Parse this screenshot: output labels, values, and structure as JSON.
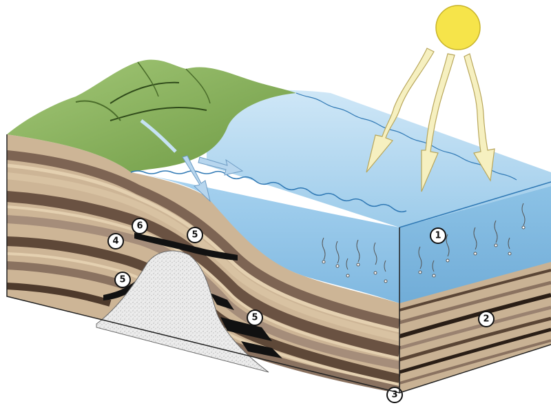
{
  "colors": {
    "sky_water_top": "#9ccbea",
    "water_front": "#a9d4f0",
    "water_deep": "#6aa7d4",
    "grass": "#88b45a",
    "grass_dark": "#5f8a3a",
    "rock_light": "#d9c3a2",
    "rock_mid": "#9a8270",
    "rock_dark": "#5a4535",
    "coal": "#111111",
    "granite": "#e6e6e6",
    "sun": "#f6e44a",
    "sun_rays": "#f4ecb0",
    "marker_fill": "#ffffff"
  },
  "labels": {
    "m1": "1",
    "m2": "2",
    "m3": "3",
    "m4": "4",
    "m5a": "5",
    "m5b": "5",
    "m5c": "5",
    "m6": "6"
  },
  "icons": {
    "sun": "sun-icon",
    "rays": "sun-ray-arrow-icon",
    "runoff": "runoff-arrow-icon"
  }
}
